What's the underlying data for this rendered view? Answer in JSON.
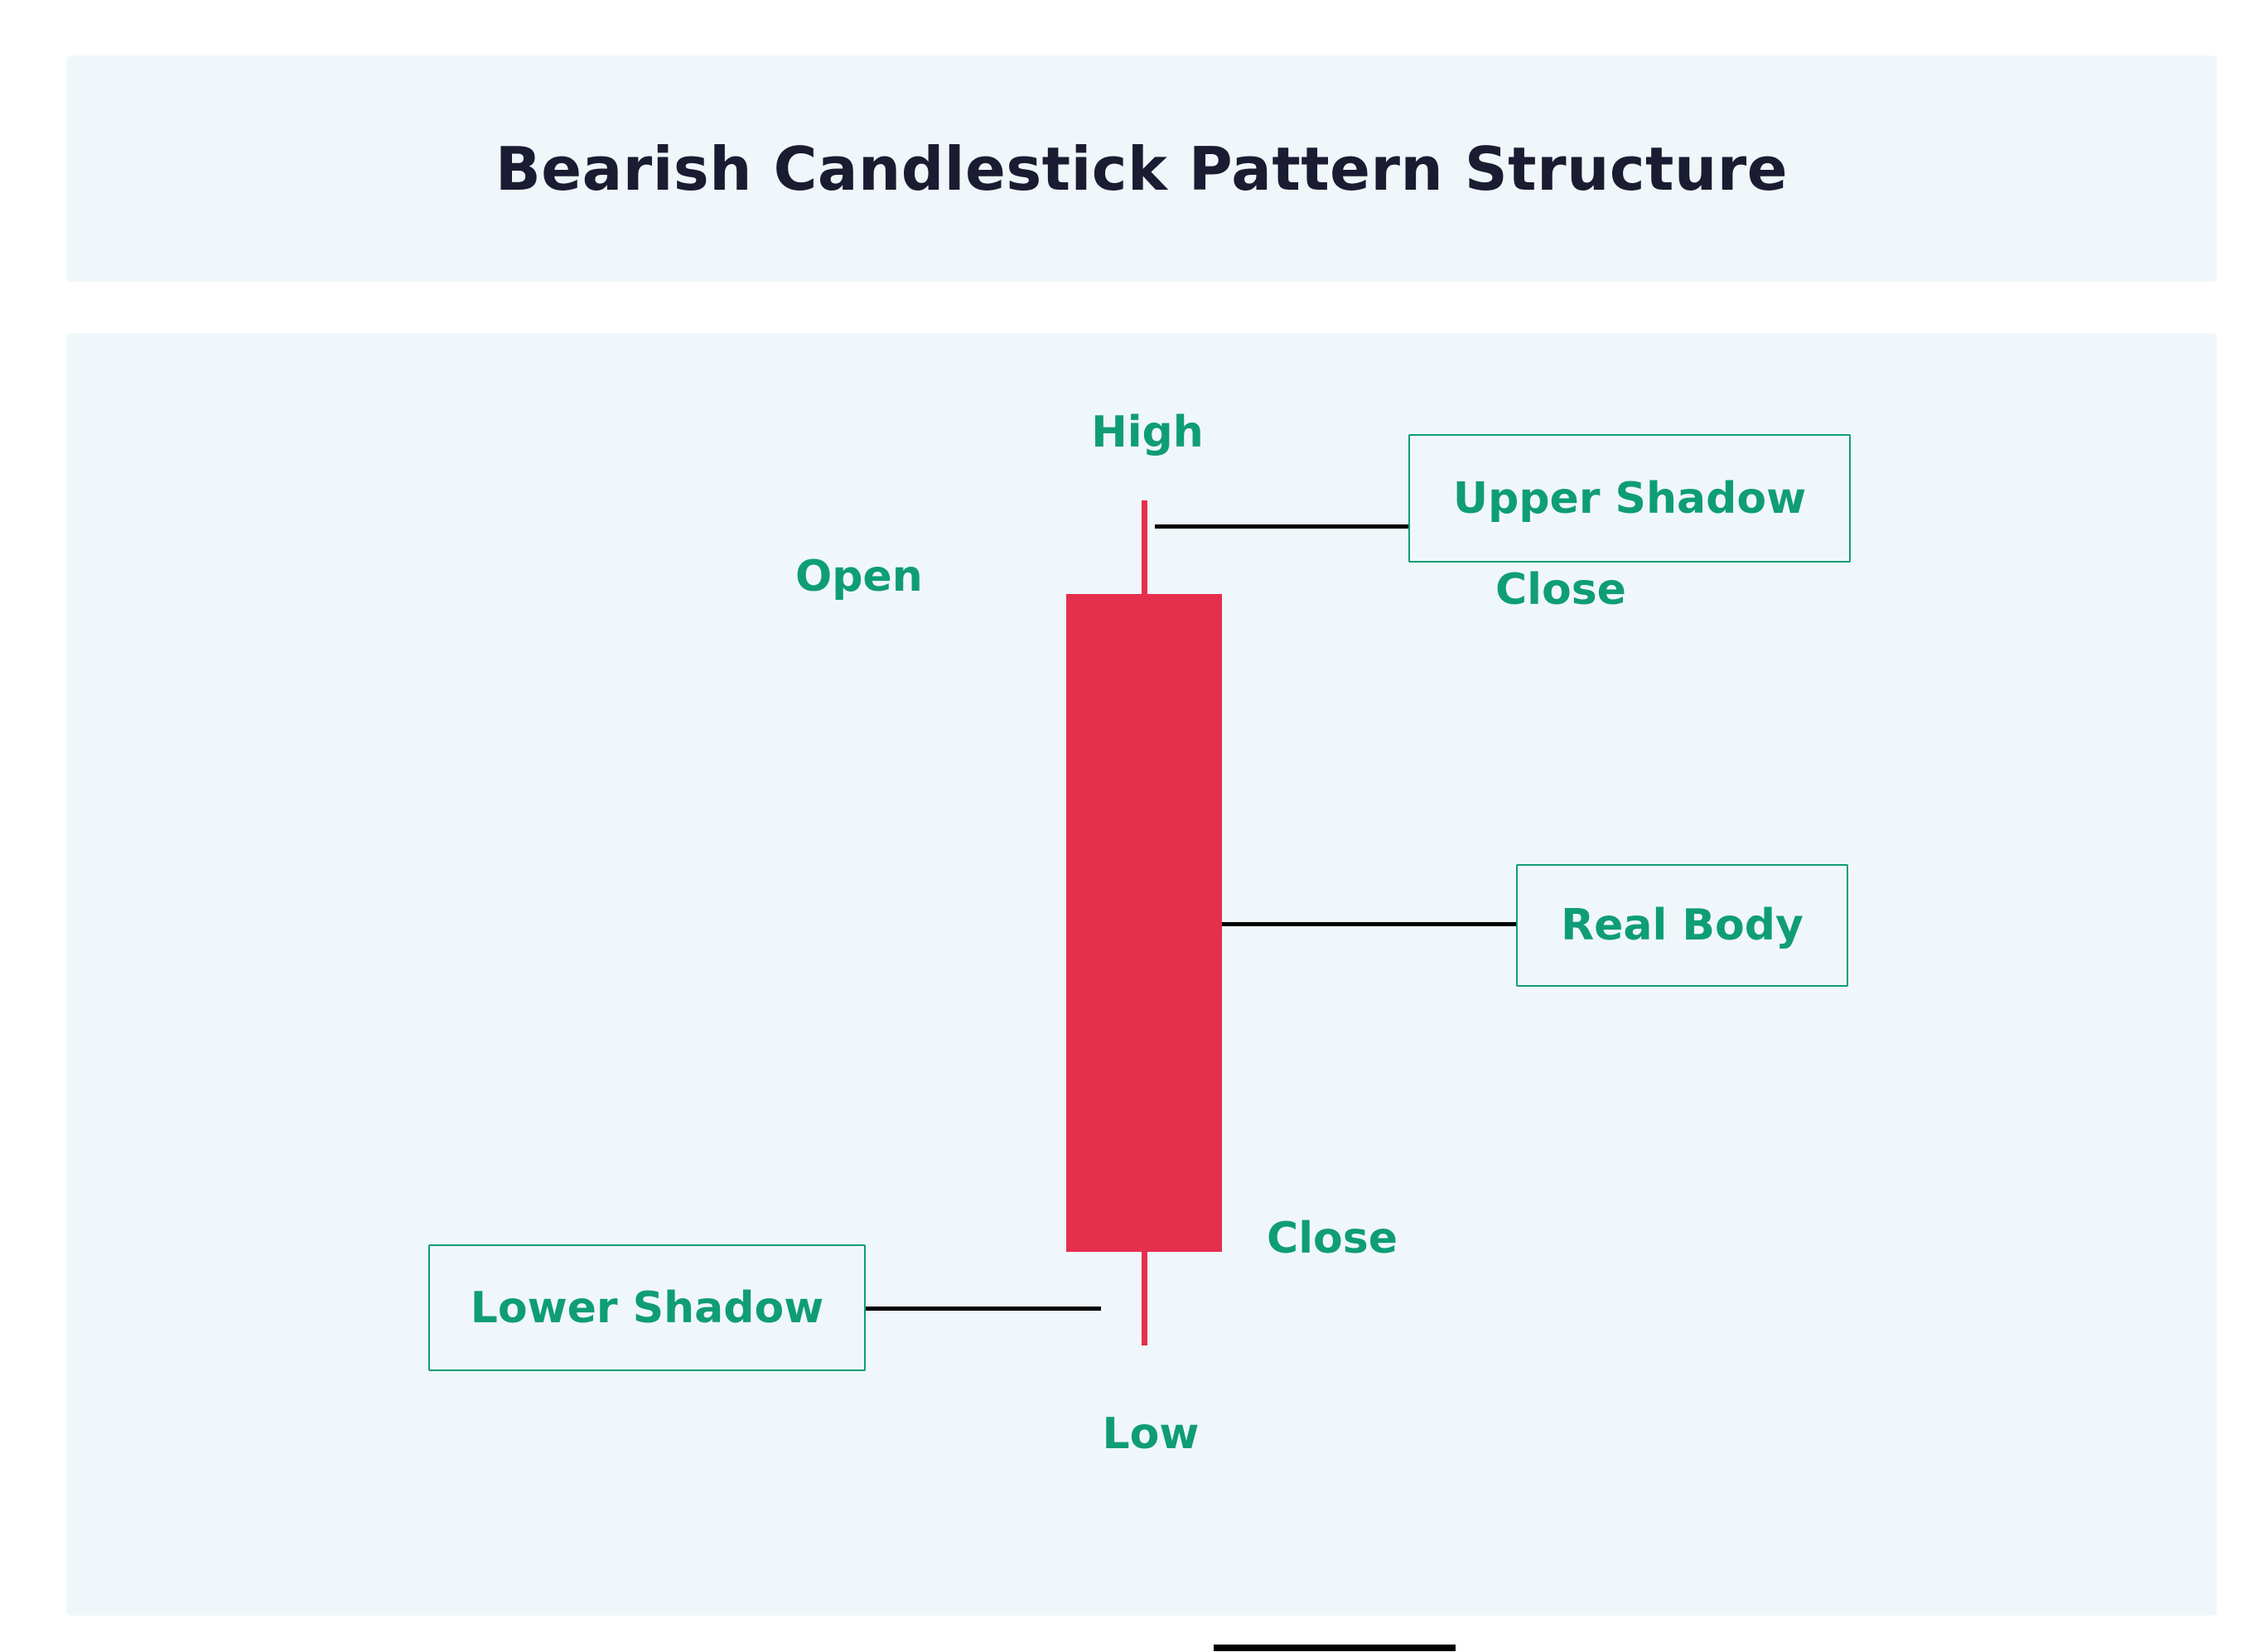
{
  "title": "Bearish Candlestick Pattern Structure",
  "colors": {
    "candle": "#e62e4d",
    "accent": "#0f9d77",
    "connector": "#000000",
    "panel": "#f0f7fa",
    "title_text": "#1b1b32"
  },
  "diagram": {
    "high_label": "High",
    "open_label": "Open",
    "upper_shadow_label": "Upper Shadow",
    "close_top_label": "Close",
    "real_body_label": "Real Body",
    "close_bottom_label": "Close",
    "lower_shadow_label": "Lower Shadow",
    "low_label": "Low"
  }
}
